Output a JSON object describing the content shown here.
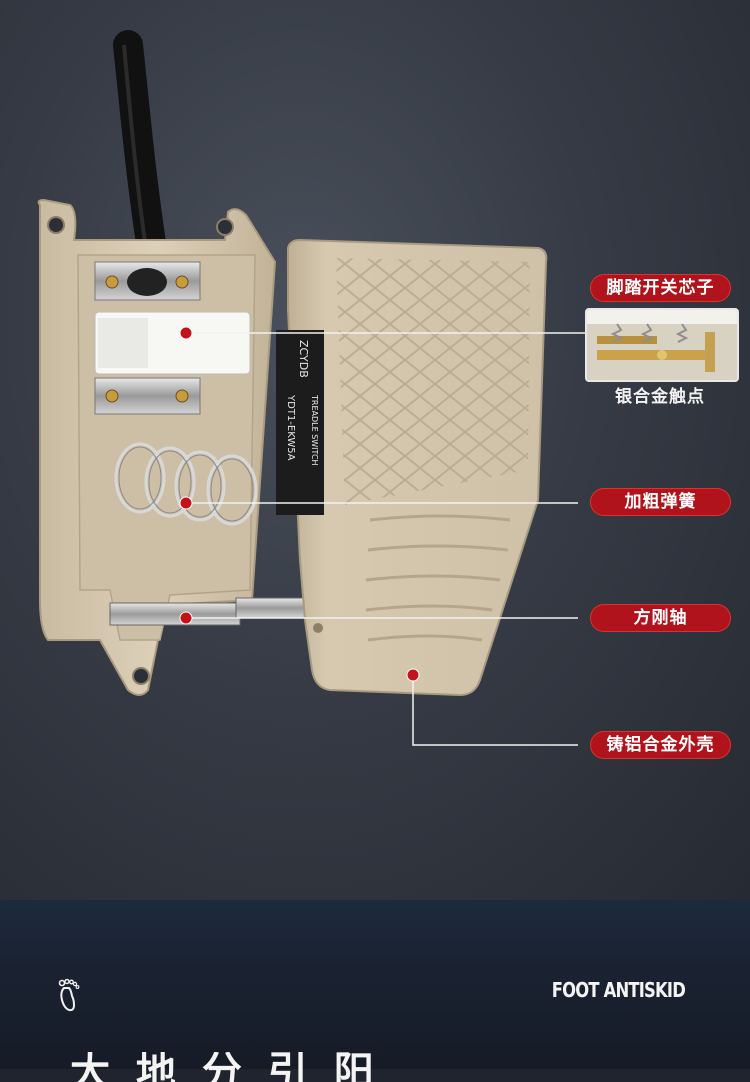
{
  "callouts": {
    "core": "脚踏开关芯子",
    "spring": "加粗弹簧",
    "shaft": "方刚轴",
    "shell": "铸铝合金外壳"
  },
  "inset": {
    "caption": "银合金触点"
  },
  "product": {
    "brand": "ZCYDB",
    "model": "YDT1-EKW5A",
    "type_text": "TREADLE SWITCH"
  },
  "section": {
    "title": "FOOT ANTISKID",
    "icon": "foot-icon",
    "heading_partial": "大 地 分 引 阳"
  },
  "colors": {
    "accent": "#b0131b",
    "body": "#d4c6ae",
    "background": "#363b45"
  }
}
